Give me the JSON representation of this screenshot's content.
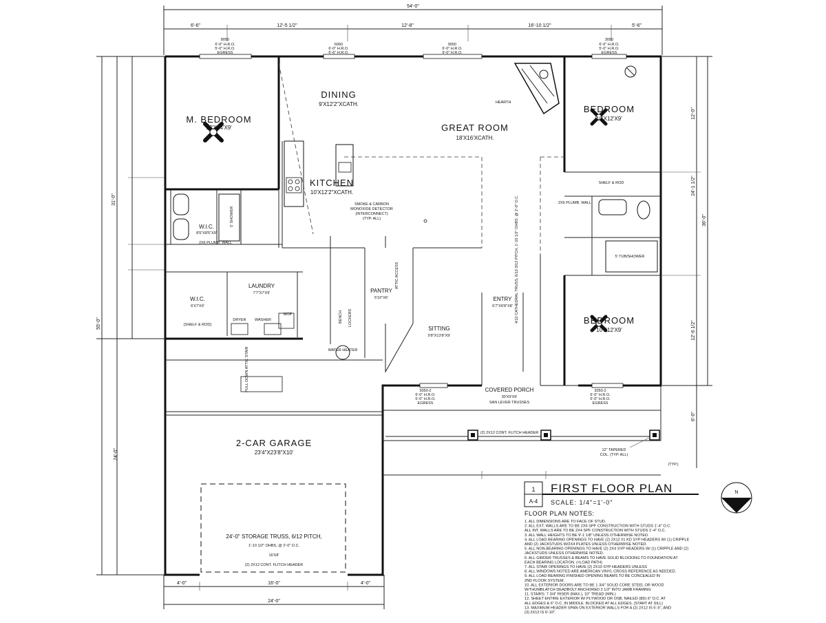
{
  "overall_dims": {
    "top_total": "54'-0\"",
    "top_segments": [
      "6'-6\"",
      "12'-5 1/2\"",
      "12'-8\"",
      "16'-10 1/2\"",
      "5'-6\""
    ],
    "left_total": "55'-0\"",
    "left_upper": "31'-0\"",
    "left_lower": "24'-0\"",
    "right_total": "36'-0\"",
    "right_segments": [
      "12'-0\"",
      "24'-1 1/2\"",
      "12'-6 1/2\"",
      "6'-0\""
    ],
    "bottom_total": "24'-0\"",
    "bottom_segments": [
      "4'-0\"",
      "16'-0\"",
      "4'-0\""
    ]
  },
  "window_tags": [
    {
      "id": "w1",
      "lines": [
        "8050",
        "6'-0\" H.R.O.",
        "5'-0\" H.R.O.",
        "EGRESS"
      ]
    },
    {
      "id": "w2",
      "lines": [
        "6060",
        "6'-0\" H.R.O.",
        "6'-6\" H.R.O."
      ]
    },
    {
      "id": "w3",
      "lines": [
        "9050",
        "6'-0\" H.R.O.",
        "9'-0\" H.R.O."
      ]
    },
    {
      "id": "w4",
      "lines": [
        "3050",
        "6'-0\" H.R.O.",
        "5'-0\" H.R.O.",
        "EGRESS"
      ]
    },
    {
      "id": "w5",
      "lines": [
        "3050-2",
        "6'-0\" H.R.O.",
        "5'-0\" H.R.O.",
        "EGRESS"
      ]
    },
    {
      "id": "w6",
      "lines": [
        "3050-2",
        "6'-0\" H.R.O.",
        "5'-0\" H.R.O.",
        "EGRESS"
      ]
    }
  ],
  "rooms": [
    {
      "id": "master",
      "name": "M. BEDROOM",
      "size": "12'X14'X9'"
    },
    {
      "id": "dining",
      "name": "DINING",
      "size": "9'X12'2\"XCATH."
    },
    {
      "id": "great",
      "name": "GREAT ROOM",
      "size": "18'X16'XCATH."
    },
    {
      "id": "kitchen",
      "name": "KITCHEN",
      "size": "10'X12'2\"XCATH."
    },
    {
      "id": "bed2",
      "name": "BEDROOM",
      "size": "10'X12'X9'"
    },
    {
      "id": "bed3",
      "name": "BEDROOM",
      "size": "10'X12'X9'"
    },
    {
      "id": "wic1",
      "name": "W.I.C.",
      "size": "8'5\"X8'5\"X9'"
    },
    {
      "id": "wic2",
      "name": "W.I.C.",
      "size": "6'X7'X9'"
    },
    {
      "id": "laundry",
      "name": "LAUNDRY",
      "size": "7'7\"X7'X9'"
    },
    {
      "id": "pantry",
      "name": "PANTRY",
      "size": "5'10\"X6'"
    },
    {
      "id": "entry",
      "name": "ENTRY",
      "size": "6'7\"X6'8\"X8'"
    },
    {
      "id": "sitting",
      "name": "SITTING",
      "size": "9'8\"X13'8\"X9'"
    },
    {
      "id": "porch",
      "name": "COVERED PORCH",
      "size": "30'X9'X9'",
      "note": "SAN LEVER TRUSSES"
    },
    {
      "id": "garage",
      "name": "2-CAR GARAGE",
      "size": "23'4\"X23'8\"X10'"
    }
  ],
  "labels": {
    "hearth": "HEARTH",
    "smoke": [
      "SMOKE & CARBON",
      "MONOXIDE DETECTOR",
      "(INTERCONNECT)",
      "(TYP. ALL)"
    ],
    "cathedral": "4/12 CATHEDRAL TRUSS, 6/12-3/12 PITCH, 1'-10 1/2\" OHBS. @ 2'-0\" O.C.",
    "shelf_rod": "SHELF & ROD",
    "shelf_rod_bracket": "[SHELF & ROD]",
    "plumb_wall": "2X6 PLUMB. WALL",
    "shower": "5' SHOWER",
    "tub": "5' TUB/SHOWER",
    "dryer": "DRYER",
    "washer": "WASHER",
    "mop": "MOP",
    "water_heater": "WATER HEATER",
    "bench": "BENCH",
    "lockers": "LOCKERS",
    "attic": "ATTIC ACCESS",
    "storage_truss": "24'-0\" STORAGE TRUSS, 6/12 PITCH,",
    "storage_truss2": "1'-10 1/2\" OHBS. @ 2'-0\" O.C.",
    "garage_header": "(2) 2X12 CONT. FLITCH HEADER",
    "porch_header": "(2) 2X12 CONT. FLITCH HEADER",
    "col_note": [
      "12\" TAPERED",
      "COL. (TYP. ALL)"
    ],
    "stair": "PULL DOWN ATTIC STAIR",
    "door_garage": "16'X8'",
    "typ": "(TYP.)"
  },
  "title_block": {
    "sheet_num": "1",
    "sheet_id": "A-4",
    "title": "FIRST FLOOR PLAN",
    "scale": "SCALE: 1/4\"=1'-0\"",
    "north": "N"
  },
  "notes": {
    "heading": "FLOOR PLAN NOTES:",
    "items": [
      "1. ALL DIMENSIONS ARE TO FACE OF STUD.",
      "2. ALL EXT. WALLS ARE TO BE 2X6 SPF CONSTRUCTION WITH STUDS 1'-4\" O.C.",
      "   ALL INT. WALLS ARE TO BE 2X4 SPF CONSTRUCTION WITH STUDS 1'-4\" O.C.",
      "3. ALL WALL HEIGHTS TO BE 9'-1 1/8\" UNLESS OTHERWISE NOTED.",
      "4. ALL LOAD BEARING OPENINGS TO HAVE (2) 2X12 #1 KD SYP HEADERS W/ (1) CRIPPLE",
      "   AND (2) JACKSTUDS W/2X4 PLATES UNLESS OTHERWISE NOTED.",
      "5. ALL NON-BEARING OPENINGS TO HAVE (2) 2X4 SYP HEADERS W/ (1) CRIPPLE AND (2)",
      "   JACKSTUDS UNLESS OTHERWISE NOTED.",
      "6. ALL GIRDER TRUSSES & BEAMS TO HAVE SOLID BLOCKING TO FOUNDATION AT",
      "   EACH BEARING LOCATION. (=LOAD PATH)",
      "7. ALL STAIR OPENINGS TO HAVE (2) 2X10 SYP HEADERS UNLESS",
      "8. ALL WINDOWS NOTED ARE AMERICAN VINYL CROSS REFERENCE AS NEEDED.",
      "9. ALL LOAD BEARING FINISHED OPENING BEAMS TO BE CONCEALED IN",
      "   2ND FLOOR SYSTEM.",
      "10. ALL EXTERIOR DOORS ARE TO BE 1 3/4\" SOLID CORE STEEL OR WOOD",
      "    W/THUMBLATCH DEADBOLT ANCHORED 2 1/2\" INTO JAMB FRAMING",
      "11. STAIRS: 7 3/4\" RISER (MAX.), 10\" TREAD (MIN.)",
      "12. SHEET ENTIRE EXTERIOR W/ PLYWOOD OR OSB, NAILED (8D) 6\" O.C. AT",
      "    ALL EDGES & 6\" O.C. IN MIDDLE. BLOCKED AT ALL EDGES. (START AT SILL)",
      "13. MAXIMUM HEADER SPAN ON EXTERIOR WALLS FOR A (2) 2X12 IS 5'-5\", AND",
      "    (3) 2X12 IS 6'-10\"."
    ]
  }
}
